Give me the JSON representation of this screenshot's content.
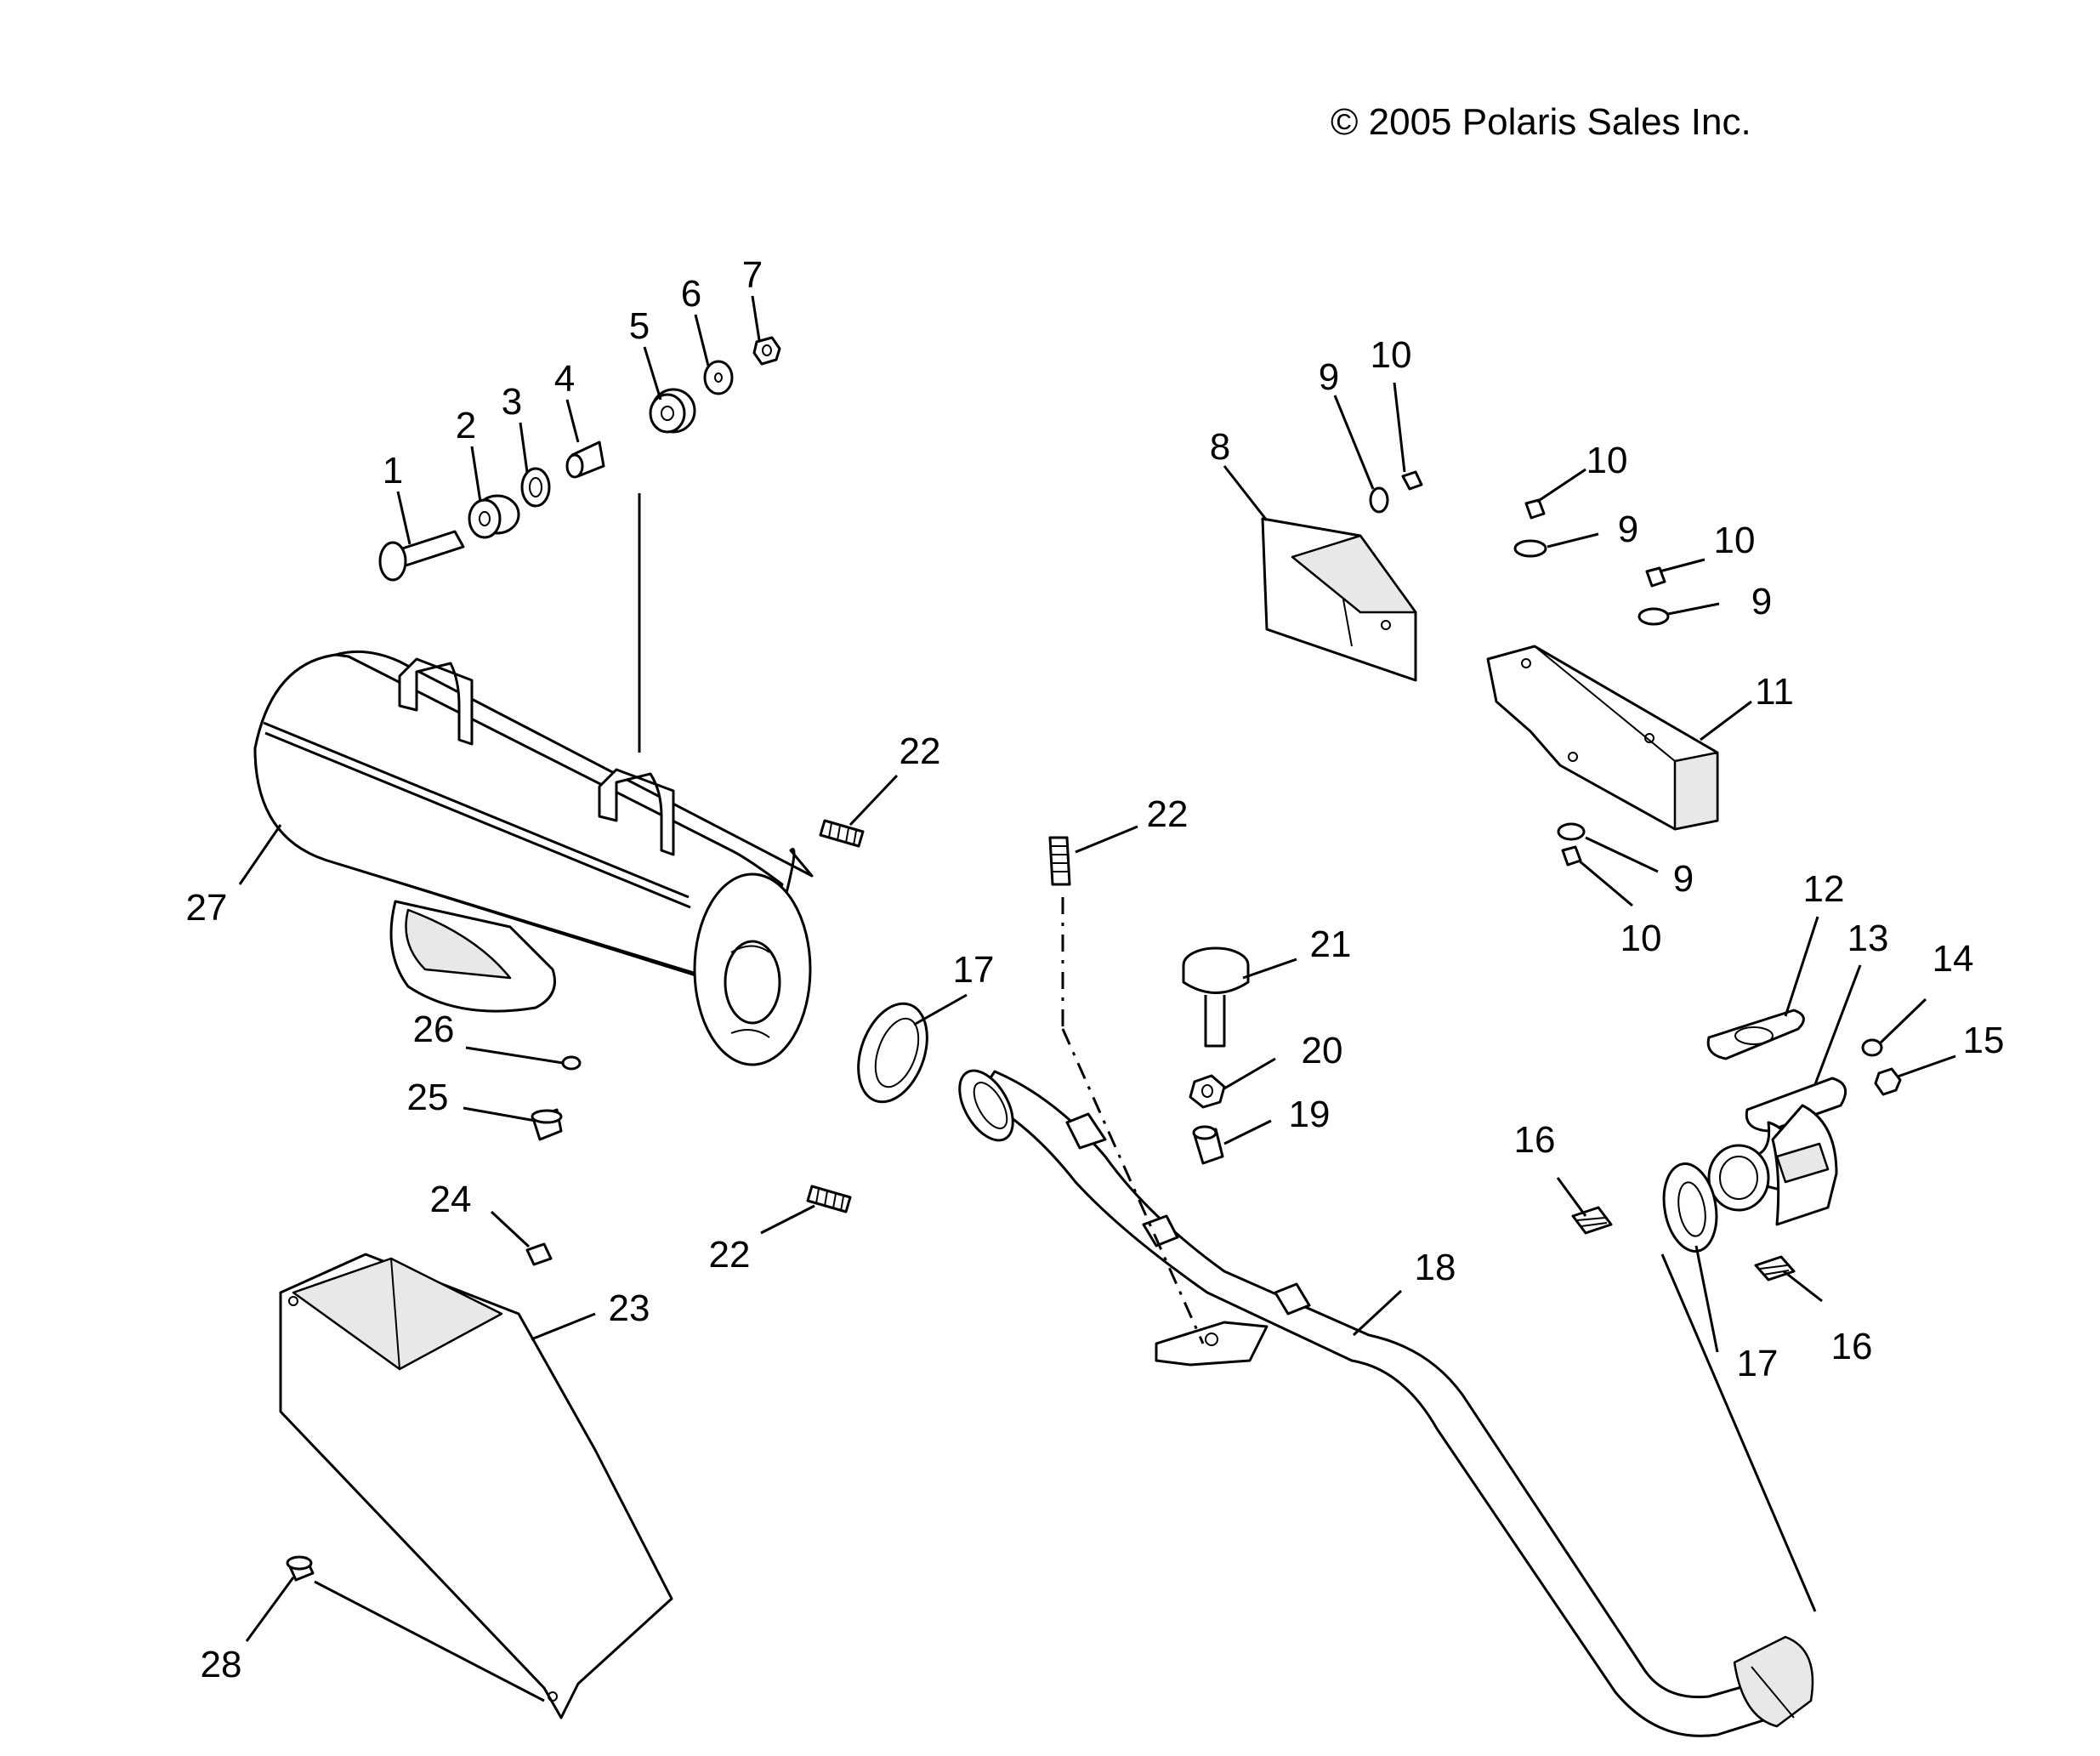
{
  "copyright": "© 2005 Polaris Sales Inc.",
  "callouts": [
    {
      "id": "c1",
      "text": "1"
    },
    {
      "id": "c2",
      "text": "2"
    },
    {
      "id": "c3",
      "text": "3"
    },
    {
      "id": "c4",
      "text": "4"
    },
    {
      "id": "c5",
      "text": "5"
    },
    {
      "id": "c6",
      "text": "6"
    },
    {
      "id": "c7",
      "text": "7"
    },
    {
      "id": "c8",
      "text": "8"
    },
    {
      "id": "c9a",
      "text": "9"
    },
    {
      "id": "c9b",
      "text": "9"
    },
    {
      "id": "c9c",
      "text": "9"
    },
    {
      "id": "c9d",
      "text": "9"
    },
    {
      "id": "c10a",
      "text": "10"
    },
    {
      "id": "c10b",
      "text": "10"
    },
    {
      "id": "c10c",
      "text": "10"
    },
    {
      "id": "c10d",
      "text": "10"
    },
    {
      "id": "c11",
      "text": "11"
    },
    {
      "id": "c12",
      "text": "12"
    },
    {
      "id": "c13",
      "text": "13"
    },
    {
      "id": "c14",
      "text": "14"
    },
    {
      "id": "c15",
      "text": "15"
    },
    {
      "id": "c16a",
      "text": "16"
    },
    {
      "id": "c16b",
      "text": "16"
    },
    {
      "id": "c17a",
      "text": "17"
    },
    {
      "id": "c17b",
      "text": "17"
    },
    {
      "id": "c18",
      "text": "18"
    },
    {
      "id": "c19",
      "text": "19"
    },
    {
      "id": "c20",
      "text": "20"
    },
    {
      "id": "c21",
      "text": "21"
    },
    {
      "id": "c22a",
      "text": "22"
    },
    {
      "id": "c22b",
      "text": "22"
    },
    {
      "id": "c22c",
      "text": "22"
    },
    {
      "id": "c23",
      "text": "23"
    },
    {
      "id": "c24",
      "text": "24"
    },
    {
      "id": "c25",
      "text": "25"
    },
    {
      "id": "c26",
      "text": "26"
    },
    {
      "id": "c27",
      "text": "27"
    },
    {
      "id": "c28",
      "text": "28"
    }
  ]
}
